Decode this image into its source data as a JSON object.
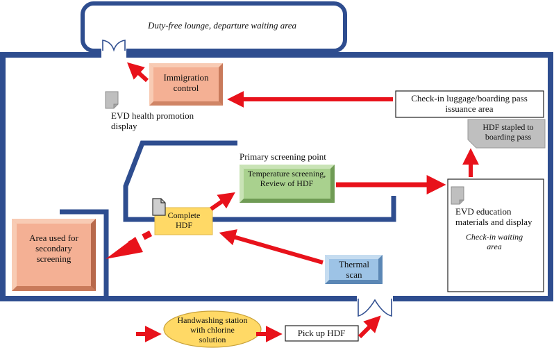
{
  "lounge_label": "Duty-free lounge, departure waiting area",
  "immigration_label": "Immigration control",
  "evd_health_label": "EVD health promotion display",
  "checkin_luggage_label": "Check-in luggage/boarding pass issuance area",
  "hdf_stapled_label": "HDF stapled to boarding pass",
  "primary_point_label": "Primary screening point",
  "temperature_label": "Temperature screening, Review of HDF",
  "complete_hdf_label": "Complete HDF",
  "secondary_label": "Area used for secondary screening",
  "evd_education_label": "EVD education materials and display",
  "checkin_waiting_label": "Check-in waiting area",
  "thermal_label": "Thermal scan",
  "handwashing_label": "Handwashing station with chlorine solution",
  "pickup_label": "Pick up HDF",
  "colors": {
    "wall": "#2e4d8f",
    "arrow": "#e8121b",
    "immigration": "#f4b094",
    "secondary": "#f4b094",
    "temperature": "#a9d18e",
    "complete_hdf": "#ffd966",
    "thermal": "#9dc3e6",
    "stapled": "#bfbfbf",
    "handwashing": "#ffd966"
  }
}
